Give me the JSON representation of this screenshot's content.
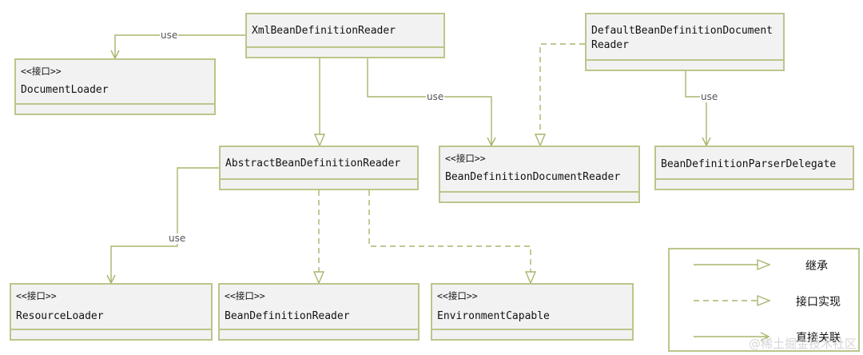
{
  "classes": {
    "xml_bean_definition_reader": {
      "name": "XmlBeanDefinitionReader"
    },
    "document_loader": {
      "stereotype": "<<接口>>",
      "name": "DocumentLoader"
    },
    "default_bean_definition_document_reader": {
      "name": "DefaultBeanDefinitionDocument Reader"
    },
    "abstract_bean_definition_reader": {
      "name": "AbstractBeanDefinitionReader"
    },
    "bean_definition_document_reader": {
      "stereotype": "<<接口>>",
      "name": "BeanDefinitionDocumentReader"
    },
    "bean_definition_parser_delegate": {
      "name": "BeanDefinitionParserDelegate"
    },
    "resource_loader": {
      "stereotype": "<<接口>>",
      "name": "ResourceLoader"
    },
    "bean_definition_reader": {
      "stereotype": "<<接口>>",
      "name": "BeanDefinitionReader"
    },
    "environment_capable": {
      "stereotype": "<<接口>>",
      "name": "EnvironmentCapable"
    }
  },
  "edges": {
    "xml_uses_document_loader": {
      "label": "use"
    },
    "xml_uses_document_reader": {
      "label": "use"
    },
    "default_uses_parser_delegate": {
      "label": "use"
    },
    "abstract_uses_resource_loader": {
      "label": "use"
    }
  },
  "legend": {
    "inheritance": "继承",
    "interface_implementation": "接口实现",
    "direct_association": "直接关联"
  },
  "watermark": "@稀土掘金技术社区",
  "colors": {
    "border": "#bcc58a",
    "fill": "#f2f2f2",
    "line": "#a9b56d"
  }
}
